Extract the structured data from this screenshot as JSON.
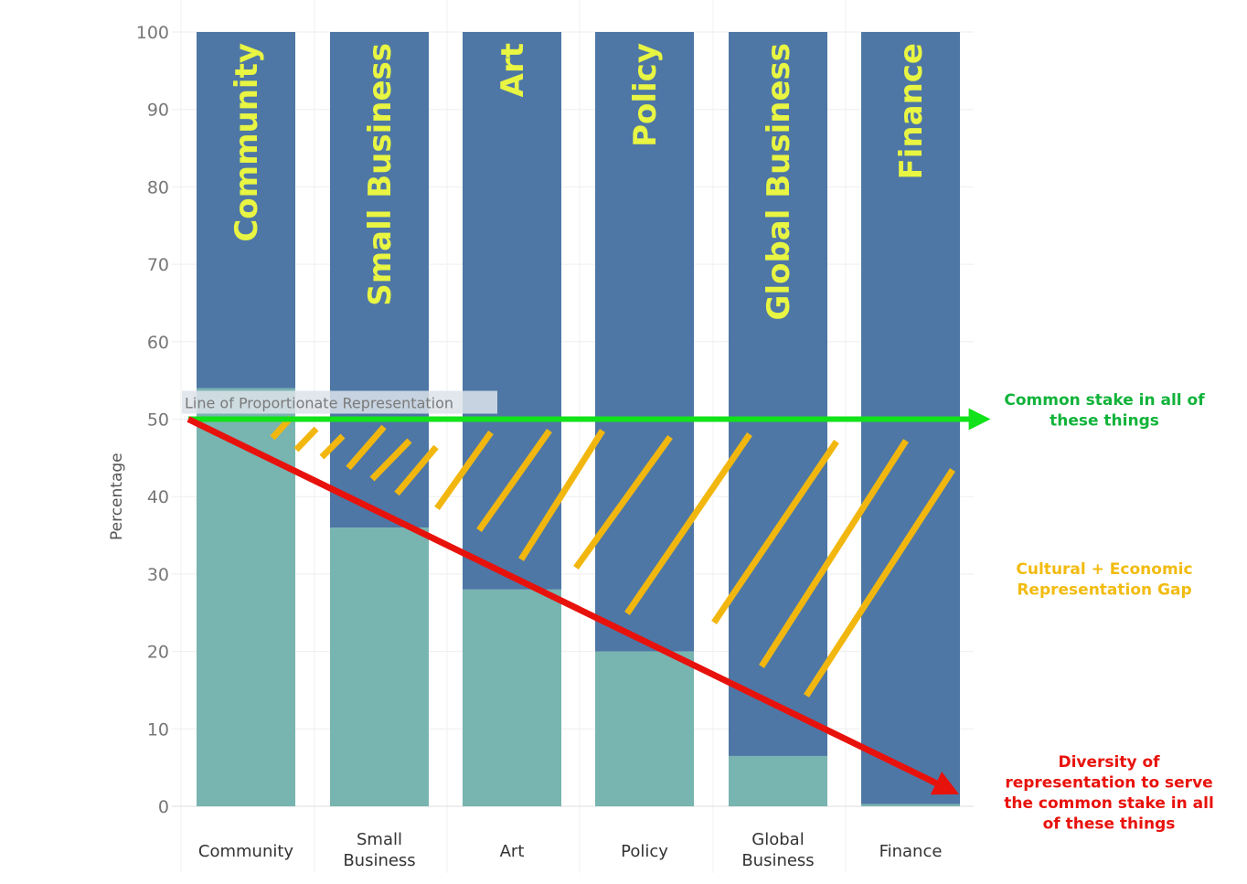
{
  "chart_data": {
    "type": "bar",
    "stacked": true,
    "categories": [
      "Community",
      "Small Business",
      "Art",
      "Policy",
      "Global Business",
      "Finance"
    ],
    "category_tick_lines": [
      [
        "Community"
      ],
      [
        "Small",
        "Business"
      ],
      [
        "Art"
      ],
      [
        "Policy"
      ],
      [
        "Global",
        "Business"
      ],
      [
        "Finance"
      ]
    ],
    "series": [
      {
        "values": [
          54,
          36,
          28,
          20,
          6.5,
          0.3
        ],
        "color": "#78b4b0"
      },
      {
        "values": [
          46,
          64,
          72,
          80,
          93.5,
          99.7
        ],
        "color": "#4e77a5"
      }
    ],
    "bar_labels": [
      "Community",
      "Small Business",
      "Art",
      "Policy",
      "Global Business",
      "Finance"
    ],
    "bar_label_color": "#e8f542",
    "ylabel": "Percentage",
    "ylim": [
      0,
      100
    ],
    "yticks": [
      0,
      10,
      20,
      30,
      40,
      50,
      60,
      70,
      80,
      90,
      100
    ],
    "grid": true,
    "reference_line": {
      "value": 50,
      "label": "Line of Proportionate Representation"
    },
    "annotations": {
      "common_stake": {
        "lines": [
          "Common stake in all of",
          "these things"
        ],
        "color": "#11b33a"
      },
      "gap": {
        "lines": [
          "Cultural + Economic",
          "Representation Gap"
        ],
        "color": "#f2bb0f"
      },
      "diversity": {
        "lines": [
          "Diversity of",
          "representation to serve",
          "the common stake in all",
          "of these things"
        ],
        "color": "#e8120c"
      }
    },
    "arrow_colors": {
      "green": "#12e21a",
      "red": "#e8120c",
      "hatch": "#f2b70f"
    }
  }
}
